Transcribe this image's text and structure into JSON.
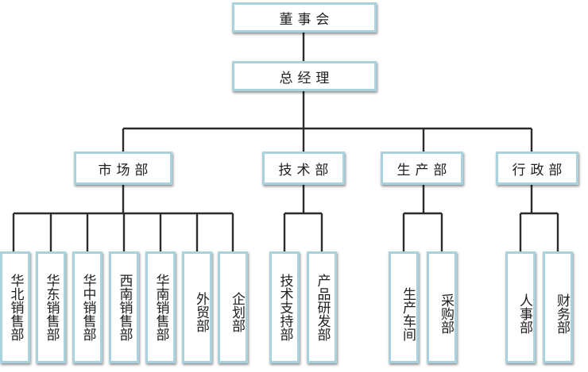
{
  "board": "董事会",
  "gm": "总经理",
  "departments": [
    {
      "label": "市场部",
      "children": [
        "华北销售部",
        "华东销售部",
        "华中销售部",
        "西南销售部",
        "华南销售部",
        "外贸部",
        "企划部"
      ]
    },
    {
      "label": "技术部",
      "children": [
        "技术支持部",
        "产品研发部"
      ]
    },
    {
      "label": "生产部",
      "children": [
        "生产车间",
        "采购部"
      ]
    },
    {
      "label": "行政部",
      "children": [
        "人事部",
        "财务部"
      ]
    }
  ]
}
